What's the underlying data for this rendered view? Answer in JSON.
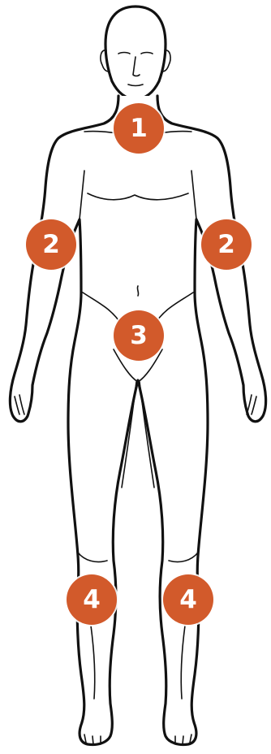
{
  "colors": {
    "marker": "#d25a2b",
    "outline": "#111111",
    "background": "#ffffff"
  },
  "markers": [
    {
      "label": "1",
      "region": "neck"
    },
    {
      "label": "2",
      "region": "right-upper-arm"
    },
    {
      "label": "2",
      "region": "left-upper-arm"
    },
    {
      "label": "3",
      "region": "groin"
    },
    {
      "label": "4",
      "region": "right-knee"
    },
    {
      "label": "4",
      "region": "left-knee"
    }
  ]
}
